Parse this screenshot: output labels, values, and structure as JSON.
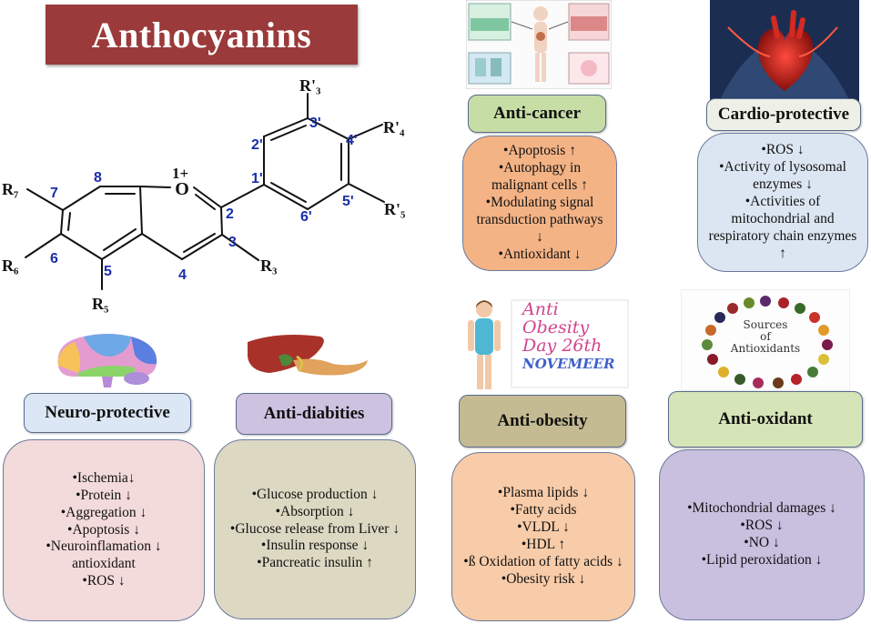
{
  "title": "Anthocyanins",
  "structure": {
    "numbers": [
      "8",
      "7",
      "6",
      "5",
      "4",
      "3",
      "2",
      "1'",
      "2'",
      "3'",
      "4'",
      "5'",
      "6'"
    ],
    "oxygen": "O",
    "charge": "1+",
    "substituents": {
      "r3prime": "R'₃",
      "r4prime": "R'₄",
      "r5prime": "R'₅",
      "r3": "R₃",
      "r5": "R₅",
      "r6": "R₆",
      "r7": "R₇"
    }
  },
  "cards": {
    "anti_cancer": {
      "label": "Anti-cancer",
      "items": [
        "•Apoptosis ↑",
        "•Autophagy in malignant cells ↑",
        "•Modulating signal transduction pathways ↓",
        "•Antioxidant ↓"
      ]
    },
    "cardio": {
      "label": "Cardio-protective",
      "items": [
        "•ROS ↓",
        "•Activity of lysosomal enzymes ↓",
        "•Activities of mitochondrial and respiratory chain enzymes ↑"
      ]
    },
    "neuro": {
      "label": "Neuro-protective",
      "items": [
        "•Ischemia↓",
        "•Protein ↓",
        "•Aggregation ↓",
        "•Apoptosis ↓",
        "•Neuroinflamation ↓ antioxidant",
        "•ROS ↓"
      ]
    },
    "anti_diabities": {
      "label": "Anti-diabities",
      "items": [
        "•Glucose production ↓",
        "•Absorption ↓",
        "•Glucose release from Liver ↓",
        "•Insulin response ↓",
        "•Pancreatic insulin ↑"
      ]
    },
    "anti_obesity": {
      "label": "Anti-obesity",
      "items": [
        "•Plasma lipids ↓",
        "•Fatty acids",
        "•VLDL ↓",
        "•HDL ↑",
        "•ß Oxidation of fatty acids ↓",
        "•Obesity risk ↓"
      ]
    },
    "anti_oxidant": {
      "label": "Anti-oxidant",
      "items": [
        "•Mitochondrial damages ↓",
        "•ROS ↓",
        "•NO ↓",
        "•Lipid peroxidation ↓"
      ]
    }
  },
  "images": {
    "obesity_poster": {
      "line1": "Anti",
      "line2": "Obesity",
      "line3": "Day 26th",
      "line4": "NOVEMEER"
    },
    "antioxidant_poster": {
      "line1": "Sources",
      "line2": "of",
      "line3": "Antioxidants"
    }
  },
  "colors": {
    "title_bg": "#9b3a3a",
    "cancer_label": "#c6dea6",
    "cancer_panel": "#f4b385",
    "cardio_label": "#eeefe6",
    "cardio_panel": "#dce6f2",
    "neuro_label": "#dce7f5",
    "neuro_panel": "#f3dadb",
    "diab_label": "#cdc3e0",
    "diab_panel": "#dcd8c2",
    "obesity_label": "#c4bb92",
    "obesity_panel": "#f8cca9",
    "oxidant_label": "#d5e5b8",
    "oxidant_panel": "#c9bfdf",
    "number_blue": "#1a2ea8"
  }
}
